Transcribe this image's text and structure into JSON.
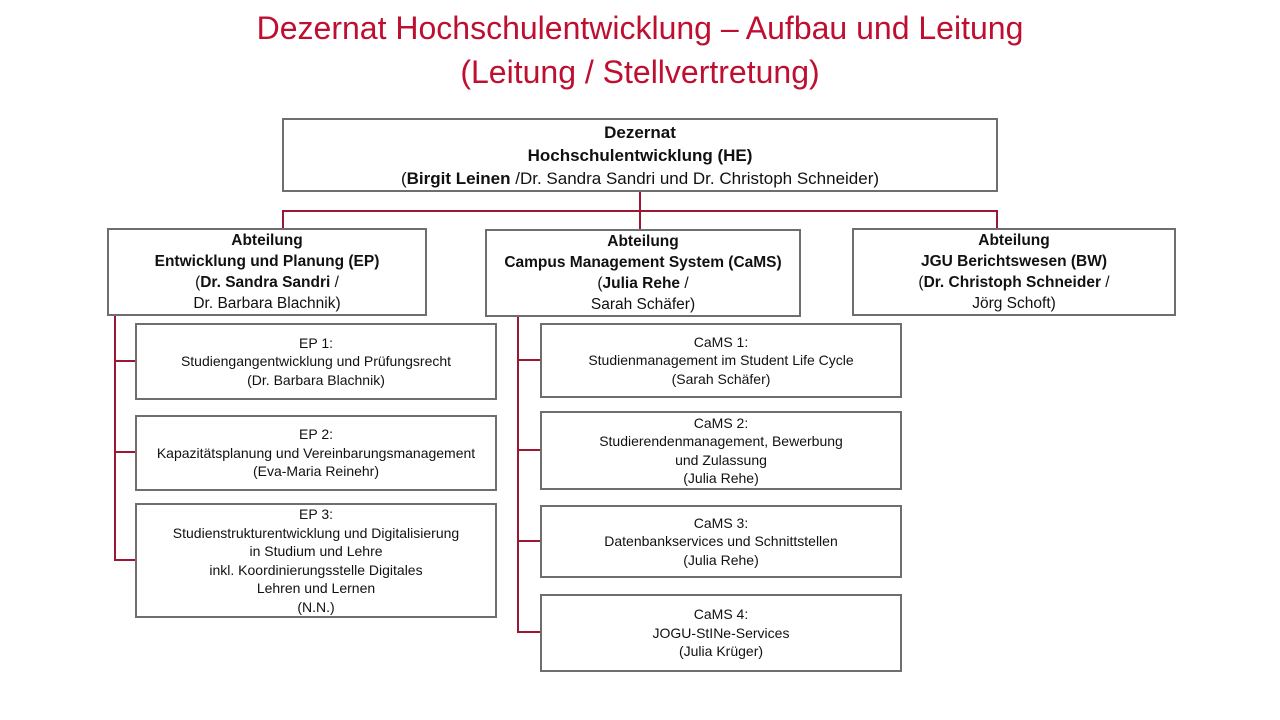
{
  "title": {
    "line1": "Dezernat Hochschulentwicklung – Aufbau und Leitung",
    "line2": "(Leitung / Stellvertretung)"
  },
  "colors": {
    "accent_red": "#be0f31",
    "line_red": "#9c1733",
    "box_border": "#6e6e6e",
    "text": "#111111",
    "background": "#ffffff"
  },
  "org": {
    "root": {
      "title1": "Dezernat",
      "title2": "Hochschulentwicklung (HE)",
      "open": "(",
      "leader": "Birgit Leinen",
      "rest": " /Dr. Sandra Sandri und Dr. Christoph Schneider)"
    },
    "departments": [
      {
        "title1": "Abteilung",
        "title2": "Entwicklung und Planung (EP)",
        "open": "(",
        "leader": "Dr. Sandra Sandri",
        "after_leader": " /",
        "deputy": "Dr. Barbara Blachnik)"
      },
      {
        "title1": "Abteilung",
        "title2": "Campus Management System (CaMS)",
        "open": "(",
        "leader": "Julia Rehe",
        "after_leader": " /",
        "deputy": "Sarah Schäfer)"
      },
      {
        "title1": "Abteilung",
        "title2": "JGU Berichtswesen (BW)",
        "open": "(",
        "leader": "Dr. Christoph Schneider",
        "after_leader": " /",
        "deputy": "Jörg Schoft)"
      }
    ],
    "units": {
      "ep": [
        {
          "lines": [
            "EP 1:",
            "Studiengangentwicklung und Prüfungsrecht",
            "(Dr. Barbara Blachnik)"
          ]
        },
        {
          "lines": [
            "EP 2:",
            "Kapazitätsplanung und Vereinbarungsmanagement",
            "(Eva-Maria Reinehr)"
          ]
        },
        {
          "lines": [
            "EP 3:",
            "Studienstrukturentwicklung und Digitalisierung",
            "in Studium und Lehre",
            "inkl. Koordinierungsstelle Digitales",
            "Lehren und Lernen",
            "(N.N.)"
          ]
        }
      ],
      "cams": [
        {
          "lines": [
            "CaMS 1:",
            "Studienmanagement im Student Life Cycle",
            "(Sarah Schäfer)"
          ]
        },
        {
          "lines": [
            "CaMS 2:",
            "Studierendenmanagement, Bewerbung",
            "und Zulassung",
            "(Julia Rehe)"
          ]
        },
        {
          "lines": [
            "CaMS 3:",
            "Datenbankservices und Schnittstellen",
            "(Julia Rehe)"
          ]
        },
        {
          "lines": [
            "CaMS 4:",
            "JOGU-StINe-Services",
            "(Julia Krüger)"
          ]
        }
      ]
    }
  }
}
